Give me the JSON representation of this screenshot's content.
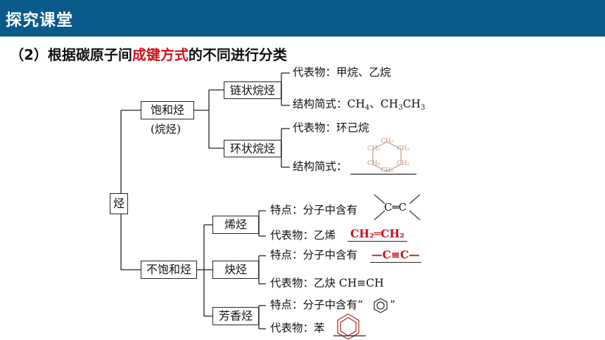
{
  "header": {
    "title": "探究课堂"
  },
  "subtitle": {
    "prefix": "（2）根据碳原子间",
    "highlight": "成键方式",
    "suffix": "的不同进行分类"
  },
  "tree": {
    "root": "烃",
    "saturated": {
      "label": "饱和烃",
      "note": "(烷烃)",
      "chain": {
        "label": "链状烷烃",
        "rep": "代表物：甲烷、乙烷",
        "formula_label": "结构简式：",
        "formula_a": "CH",
        "formula_a_sub": "4",
        "sep": "、",
        "formula_b_1": "CH",
        "formula_b_sub1": "3",
        "formula_b_2": "CH",
        "formula_b_sub2": "3"
      },
      "ring": {
        "label": "环状烷烃",
        "rep": "代表物：环己烷",
        "formula_label": "结构简式：",
        "hex_atoms": [
          "CH₂",
          "CH₂",
          "CH₂",
          "CH₂",
          "CH₂",
          "CH₂"
        ]
      }
    },
    "unsaturated": {
      "label": "不饱和烃",
      "alkene": {
        "label": "烯烃",
        "feature": "特点：分子中含有",
        "feature_struct": "C═C",
        "rep": "代表物：乙烯",
        "rep_answer": "CH₂═CH₂"
      },
      "alkyne": {
        "label": "炔烃",
        "feature": "特点：分子中含有",
        "feature_answer": "—C≡C—",
        "rep": "代表物：乙炔 CH≡CH"
      },
      "aromatic": {
        "label": "芳香烃",
        "feature_prefix": "特点：分子中含有“",
        "feature_suffix": "”",
        "rep": "代表物：苯"
      }
    }
  },
  "colors": {
    "header_bg": "#0a5a8c",
    "highlight": "#d0121b",
    "answer": "#c8101a",
    "faded": "#b89a8a"
  }
}
